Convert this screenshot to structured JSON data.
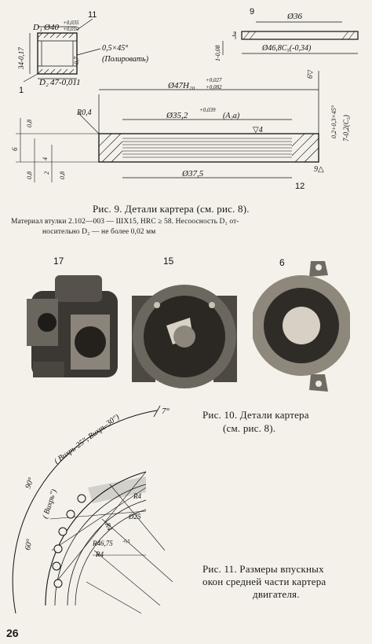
{
  "fig9": {
    "caption": "Рис. 9. Детали картера (см. рис. 8).",
    "note_line1": "Материал втулки 2.102—003 — ШХ15, HRC ≥ 58. Несоосность D₁ от-",
    "note_line2": "носительно D₂ — не более 0,02 мм",
    "bushing": {
      "d1_label": "D₁",
      "d1_value": "Ø40",
      "d1_upper": "+0,035",
      "d1_lower": "+0,010",
      "d2_label": "D₂",
      "d2_value": "47-0,011",
      "length": "34-0,17",
      "chamfer": "0,5×45°",
      "polish": "(Полировать)",
      "small_dim": "0,7",
      "callout_1": "1",
      "callout_11": "11"
    },
    "washer": {
      "callout": "9",
      "d36": "Ø36",
      "d46": "Ø46,8С₅(-0,34)",
      "thickness": "1-0,08",
      "two": "2"
    },
    "ring": {
      "d47": "Ø47Н₂₀",
      "d47_upper": "+0,027",
      "d47_lower": "+0,082",
      "d35": "Ø35,2",
      "d35_tol": "+0,039",
      "d35_fit": "(А₂а)",
      "d375": "Ø37,5",
      "radius": "R0,4",
      "rough_4": "▽4",
      "rough_9": "9△",
      "rough_6": "6▽",
      "chamfer": "0,2+0,3×45°",
      "width": "7-0,2(С₅)",
      "left_08a": "0,8",
      "left_6": "6",
      "left_4": "4",
      "left_08b": "0,8",
      "left_2": "2",
      "left_08c": "0,8",
      "callout_12": "12"
    }
  },
  "fig10": {
    "caption_line1": "Рис.  10.  Детали  картера",
    "caption_line2": "(см. рис. 8).",
    "callouts": [
      "17",
      "15",
      "6"
    ]
  },
  "fig11": {
    "caption_line1": "Рис. 11. Размеры впускных",
    "caption_line2": "окон средней части картера",
    "caption_line3": "двигателя.",
    "angle_90": "90°",
    "angle_60": "60°",
    "angle_7": "7°",
    "vikhr_25_30": "( Вихрь-25\", Вихрь-30\")",
    "vikhr": "( Вихрь\")",
    "r4_top": "R4",
    "r4_mid": "R4",
    "r4_bottom": "R4",
    "r25": "Ø25",
    "r46": "R46,75",
    "r46_tol": "-0,5"
  },
  "page_number": "26"
}
